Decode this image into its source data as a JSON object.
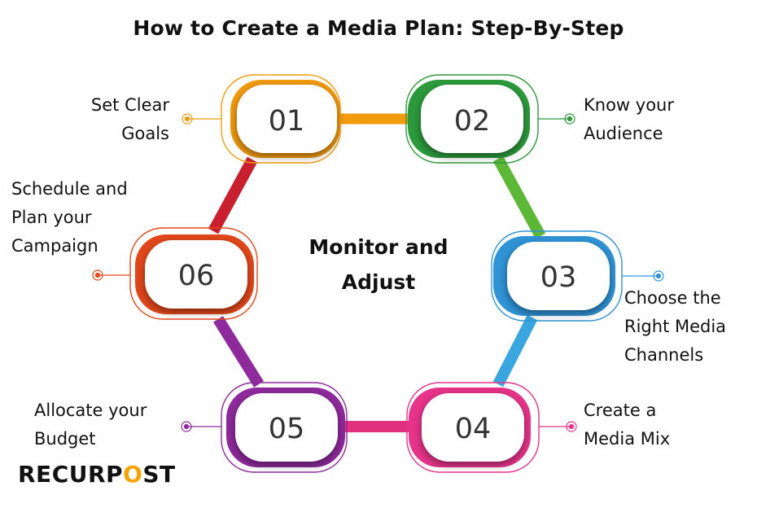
{
  "title": "How to Create a Media Plan: Step-By-Step",
  "center": {
    "line1": "Monitor and",
    "line2": "Adjust"
  },
  "steps": [
    {
      "number": "01",
      "line1": "Set Clear",
      "line2": "Goals",
      "line3": "",
      "color": "#f29b0f"
    },
    {
      "number": "02",
      "line1": "Know your",
      "line2": "Audience",
      "line3": "",
      "color": "#2b9a3c"
    },
    {
      "number": "03",
      "line1": "Choose the",
      "line2": "Right Media",
      "line3": "Channels",
      "color": "#2f93d6"
    },
    {
      "number": "04",
      "line1": "Create a",
      "line2": "Media Mix",
      "line3": "",
      "color": "#e7338a"
    },
    {
      "number": "05",
      "line1": "Allocate your",
      "line2": "Budget",
      "line3": "",
      "color": "#8e2a9b"
    },
    {
      "number": "06",
      "line1": "Schedule and",
      "line2": "Plan your",
      "line3": "Campaign",
      "color": "#e2471b"
    }
  ],
  "connector_colors": {
    "c12": "#f29b0f",
    "c23": "#5cb836",
    "c34": "#3aa6df",
    "c45": "#e0307e",
    "c56": "#8e2a9b",
    "c61": "#c8202f"
  },
  "brand": {
    "pre": "RECURP",
    "o": "O",
    "post": "ST"
  }
}
